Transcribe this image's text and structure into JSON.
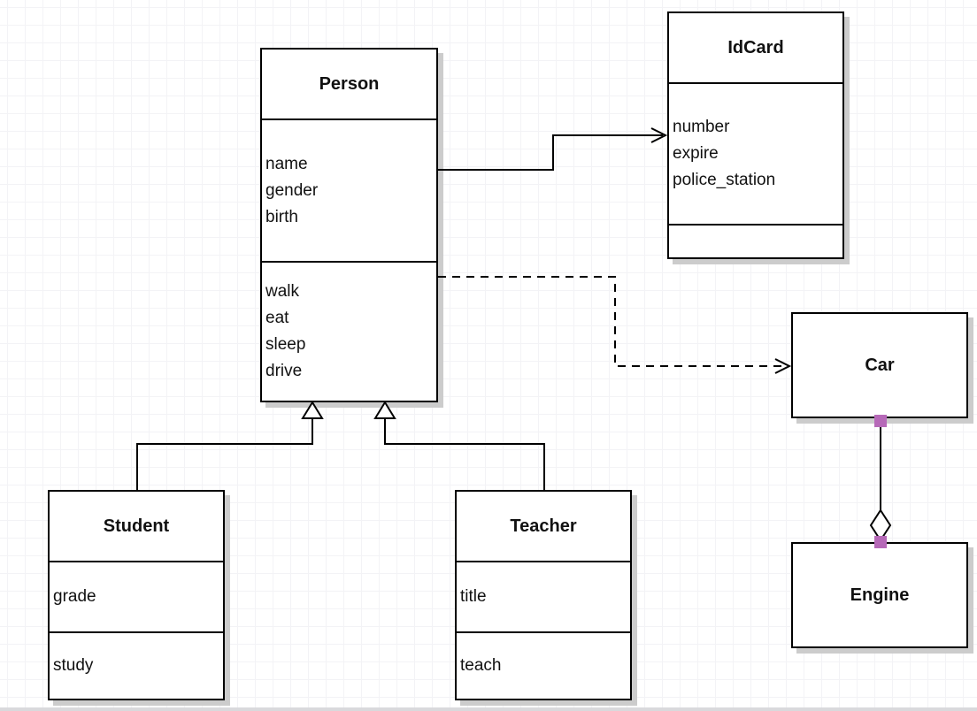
{
  "diagram": {
    "classes": {
      "person": {
        "name": "Person",
        "attributes": [
          "name",
          "gender",
          "birth"
        ],
        "methods": [
          "walk",
          "eat",
          "sleep",
          "drive"
        ]
      },
      "idcard": {
        "name": "IdCard",
        "attributes": [
          "number",
          "expire",
          "police_station"
        ],
        "methods": []
      },
      "car": {
        "name": "Car",
        "attributes": [],
        "methods": []
      },
      "engine": {
        "name": "Engine",
        "attributes": [],
        "methods": []
      },
      "student": {
        "name": "Student",
        "attributes": [
          "grade"
        ],
        "methods": [
          "study"
        ]
      },
      "teacher": {
        "name": "Teacher",
        "attributes": [
          "title"
        ],
        "methods": [
          "teach"
        ]
      }
    },
    "relationships": [
      {
        "from": "Person",
        "to": "IdCard",
        "type": "association",
        "line": "solid",
        "arrow": "open-arrow"
      },
      {
        "from": "Person",
        "to": "Car",
        "type": "dependency",
        "line": "dashed",
        "arrow": "open-arrow"
      },
      {
        "from": "Student",
        "to": "Person",
        "type": "generalization",
        "line": "solid",
        "arrow": "hollow-triangle"
      },
      {
        "from": "Teacher",
        "to": "Person",
        "type": "generalization",
        "line": "solid",
        "arrow": "hollow-triangle"
      },
      {
        "from": "Car",
        "to": "Engine",
        "type": "aggregation",
        "line": "solid",
        "arrow": "hollow-diamond",
        "selected": true
      }
    ],
    "colors": {
      "stroke": "#000000",
      "selection_handle": "#b669b8",
      "shadow": "#cccccc",
      "grid": "#f3f3f6"
    }
  }
}
